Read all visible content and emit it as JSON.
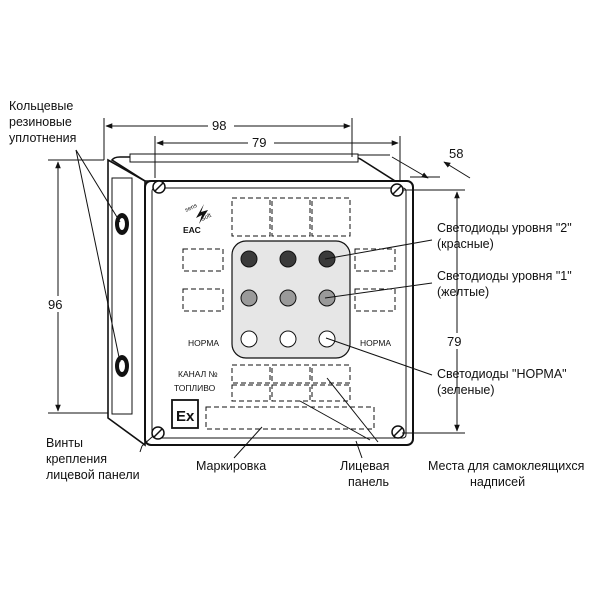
{
  "dimensions": {
    "width_outer": "98",
    "width_inner": "79",
    "depth": "58",
    "height_outer": "96",
    "height_inner": "79"
  },
  "panel": {
    "norma_left": "НОРМА",
    "norma_right": "НОРМА",
    "channel": "КАНАЛ №",
    "fuel": "ТОПЛИВО",
    "ex_mark": "Ex",
    "eac_mark": "ЕАС"
  },
  "callouts": {
    "seals": [
      "Кольцевые",
      "резиновые",
      "уплотнения"
    ],
    "screws": [
      "Винты",
      "крепления",
      "лицевой панели"
    ],
    "marking": "Маркировка",
    "front_panel": [
      "Лицевая",
      "панель"
    ],
    "stickers": [
      "Места для самоклеящихся",
      "надписей"
    ],
    "led_red": [
      "Светодиоды уровня \"2\"",
      "(красные)"
    ],
    "led_yellow": [
      "Светодиоды уровня \"1\"",
      "(желтые)"
    ],
    "led_green": [
      "Светодиоды \"НОРМА\"",
      "(зеленые)"
    ]
  },
  "colors": {
    "led_red": "#3a3a3a",
    "led_yellow": "#9a9a9a",
    "led_green": "#ffffff",
    "panel_window": "#e6e6e6",
    "line": "#111111"
  }
}
